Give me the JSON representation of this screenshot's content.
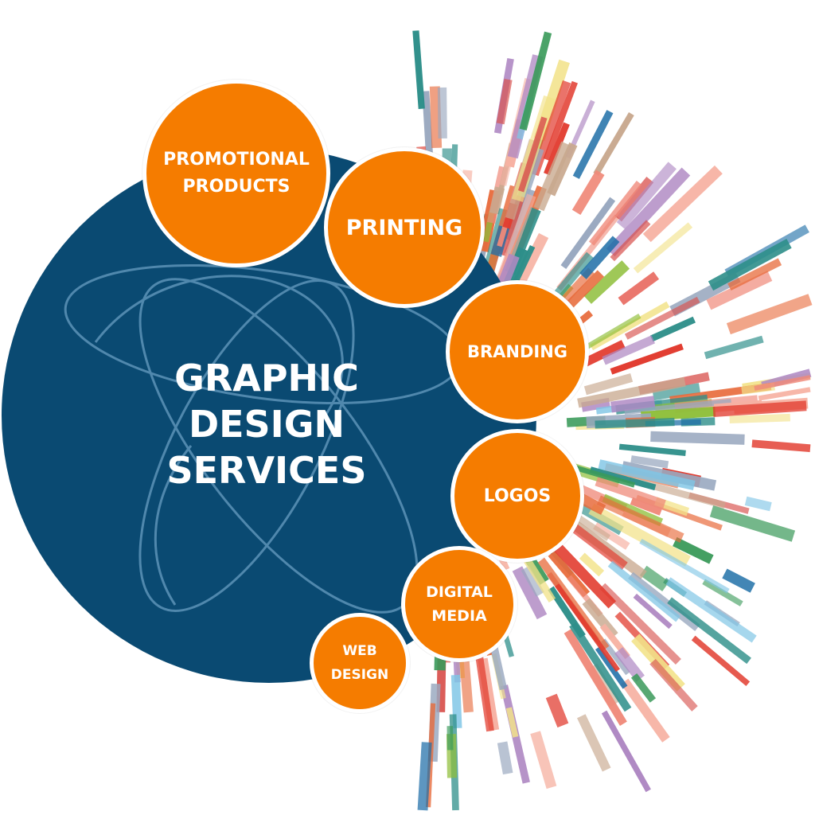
{
  "title": {
    "lines": [
      "GRAPHIC",
      "DESIGN",
      "SERVICES"
    ]
  },
  "services": [
    {
      "id": "promotional-products",
      "lines": [
        "PROMOTIONAL",
        "PRODUCTS"
      ]
    },
    {
      "id": "printing",
      "lines": [
        "PRINTING"
      ]
    },
    {
      "id": "branding",
      "lines": [
        "BRANDING"
      ]
    },
    {
      "id": "logos",
      "lines": [
        "LOGOS"
      ]
    },
    {
      "id": "digital-media",
      "lines": [
        "DIGITAL",
        "MEDIA"
      ]
    },
    {
      "id": "web-design",
      "lines": [
        "WEB",
        "DESIGN"
      ]
    }
  ],
  "colors": {
    "main_circle": "#0a4a72",
    "node": "#f57c00",
    "node_border": "#ffffff",
    "text": "#ffffff",
    "burst_palette": [
      "#e23b2e",
      "#f08a7a",
      "#8fbf3a",
      "#2e8f8a",
      "#7fc6e6",
      "#b08ac4",
      "#f3e38a",
      "#c9a98f",
      "#1f6fa8",
      "#e86a3a",
      "#9aa9c0",
      "#3a9a5a",
      "#d9534f",
      "#f7b2a3"
    ]
  }
}
